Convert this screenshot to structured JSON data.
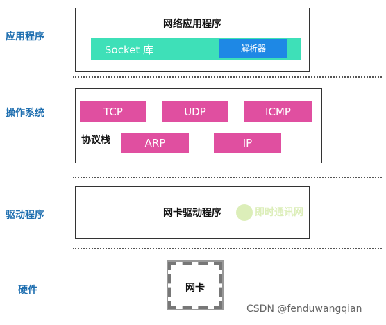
{
  "layers": {
    "application": "应用程序",
    "os": "操作系统",
    "driver": "驱动程序",
    "hardware": "硬件"
  },
  "app_box": {
    "title": "网络应用程序",
    "socket_label": "Socket 库",
    "parser_label": "解析器"
  },
  "os_box": {
    "protocols_row1": [
      "TCP",
      "UDP",
      "ICMP"
    ],
    "stack_label": "协议栈",
    "protocols_row2": [
      "ARP",
      "IP"
    ]
  },
  "driver_box": {
    "title": "网卡驱动程序"
  },
  "hardware_box": {
    "title": "网卡"
  },
  "watermark": {
    "text": "即时通讯网"
  },
  "footer": {
    "credit": "CSDN @fenduwangqian"
  },
  "colors": {
    "layer_label": "#1f6fb0",
    "socket": "#3ee0b8",
    "parser": "#1e88e5",
    "protocol": "#e04fa0"
  }
}
